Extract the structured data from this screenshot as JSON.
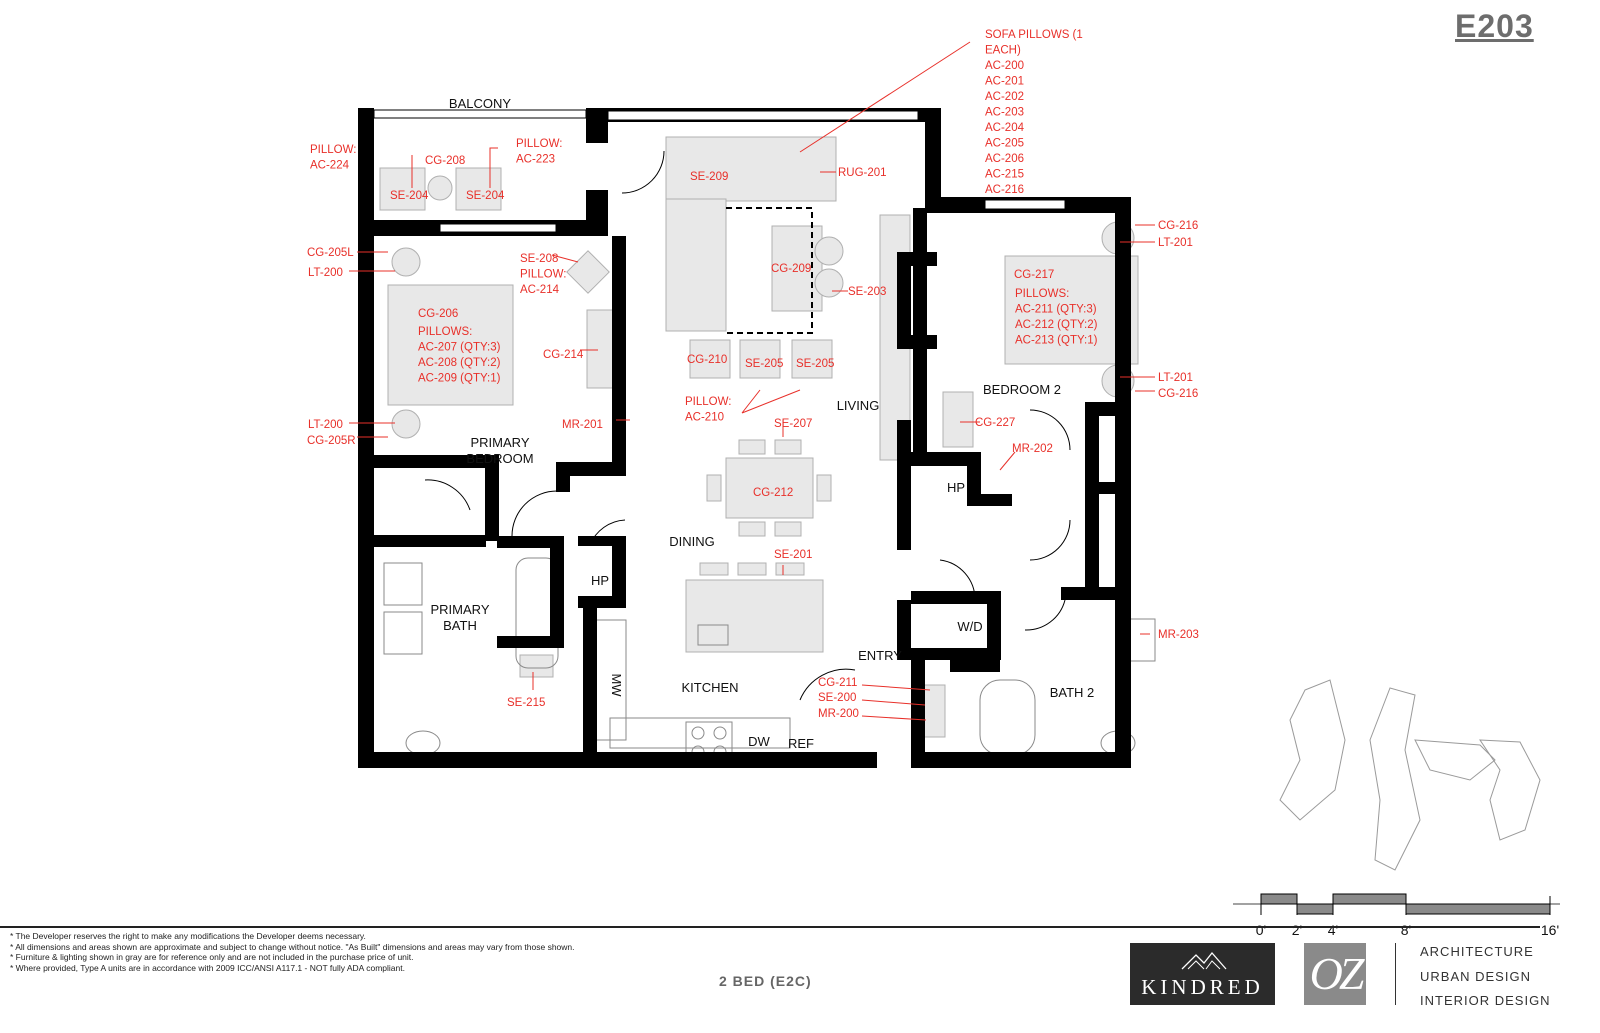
{
  "unit_number": "E203",
  "unit_type": "2 BED (E2C)",
  "colors": {
    "wall": "#000000",
    "furniture_fill": "#e8e8e8",
    "furniture_stroke": "#b0b0b0",
    "tag": "#e8302a",
    "room_label": "#111111"
  },
  "rooms": [
    {
      "name": "balcony",
      "label": "BALCONY"
    },
    {
      "name": "primary-bedroom",
      "label": "PRIMARY BEDROOM"
    },
    {
      "name": "primary-bath",
      "label": "PRIMARY BATH"
    },
    {
      "name": "dining",
      "label": "DINING"
    },
    {
      "name": "living",
      "label": "LIVING"
    },
    {
      "name": "kitchen",
      "label": "KITCHEN"
    },
    {
      "name": "entry",
      "label": "ENTRY"
    },
    {
      "name": "bedroom-2",
      "label": "BEDROOM 2"
    },
    {
      "name": "bath-2",
      "label": "BATH 2"
    }
  ],
  "fixtures": [
    {
      "name": "hp-primary",
      "label": "HP"
    },
    {
      "name": "hp-bedroom2",
      "label": "HP"
    },
    {
      "name": "washer-dryer",
      "label": "W/D"
    },
    {
      "name": "dishwasher",
      "label": "DW"
    },
    {
      "name": "refrigerator",
      "label": "REF"
    },
    {
      "name": "microwave",
      "label": "MW"
    }
  ],
  "tags": [
    {
      "name": "sofa-pillows",
      "lines": [
        "SOFA PILLOWS (1",
        "EACH)",
        "AC-200",
        "AC-201",
        "AC-202",
        "AC-203",
        "AC-204",
        "AC-205",
        "AC-206",
        "AC-215",
        "AC-216"
      ]
    },
    {
      "name": "pillow-ac-224",
      "lines": [
        "PILLOW:",
        "AC-224"
      ]
    },
    {
      "name": "pillow-ac-223",
      "lines": [
        "PILLOW:",
        "AC-223"
      ]
    },
    {
      "name": "cg-208",
      "lines": [
        "CG-208"
      ]
    },
    {
      "name": "se-204-left",
      "lines": [
        "SE-204"
      ]
    },
    {
      "name": "se-204-right",
      "lines": [
        "SE-204"
      ]
    },
    {
      "name": "se-209",
      "lines": [
        "SE-209"
      ]
    },
    {
      "name": "rug-201",
      "lines": [
        "RUG-201"
      ]
    },
    {
      "name": "cg-209",
      "lines": [
        "CG-209"
      ]
    },
    {
      "name": "se-203",
      "lines": [
        "SE-203"
      ]
    },
    {
      "name": "cg-210",
      "lines": [
        "CG-210"
      ]
    },
    {
      "name": "se-205-left",
      "lines": [
        "SE-205"
      ]
    },
    {
      "name": "se-205-right",
      "lines": [
        "SE-205"
      ]
    },
    {
      "name": "pillow-ac-210",
      "lines": [
        "PILLOW:",
        "AC-210"
      ]
    },
    {
      "name": "cg-205l",
      "lines": [
        "CG-205L"
      ]
    },
    {
      "name": "lt-200-top",
      "lines": [
        "LT-200"
      ]
    },
    {
      "name": "se-208",
      "lines": [
        "SE-208",
        "PILLOW:",
        "AC-214"
      ]
    },
    {
      "name": "cg-206",
      "lines": [
        "CG-206"
      ]
    },
    {
      "name": "primary-pillows",
      "lines": [
        "PILLOWS:",
        "AC-207 (QTY:3)",
        "AC-208 (QTY:2)",
        "AC-209 (QTY:1)"
      ]
    },
    {
      "name": "cg-214",
      "lines": [
        "CG-214"
      ]
    },
    {
      "name": "mr-201",
      "lines": [
        "MR-201"
      ]
    },
    {
      "name": "lt-200-bottom",
      "lines": [
        "LT-200"
      ]
    },
    {
      "name": "cg-205r",
      "lines": [
        "CG-205R"
      ]
    },
    {
      "name": "se-207",
      "lines": [
        "SE-207"
      ]
    },
    {
      "name": "cg-212",
      "lines": [
        "CG-212"
      ]
    },
    {
      "name": "se-201",
      "lines": [
        "SE-201"
      ]
    },
    {
      "name": "se-215",
      "lines": [
        "SE-215"
      ]
    },
    {
      "name": "cg-211",
      "lines": [
        "CG-211"
      ]
    },
    {
      "name": "se-200",
      "lines": [
        "SE-200"
      ]
    },
    {
      "name": "mr-200",
      "lines": [
        "MR-200"
      ]
    },
    {
      "name": "cg-216-top",
      "lines": [
        "CG-216"
      ]
    },
    {
      "name": "lt-201-top",
      "lines": [
        "LT-201"
      ]
    },
    {
      "name": "cg-217",
      "lines": [
        "CG-217"
      ]
    },
    {
      "name": "bedroom2-pillows",
      "lines": [
        "PILLOWS:",
        "AC-211 (QTY:3)",
        "AC-212 (QTY:2)",
        "AC-213 (QTY:1)"
      ]
    },
    {
      "name": "lt-201-bottom",
      "lines": [
        "LT-201"
      ]
    },
    {
      "name": "cg-216-bottom",
      "lines": [
        "CG-216"
      ]
    },
    {
      "name": "cg-227",
      "lines": [
        "CG-227"
      ]
    },
    {
      "name": "mr-202",
      "lines": [
        "MR-202"
      ]
    },
    {
      "name": "mr-203",
      "lines": [
        "MR-203"
      ]
    }
  ],
  "scale_bar": {
    "labels": [
      "0'",
      "2'",
      "4'",
      "8'",
      "16'"
    ]
  },
  "notes": [
    "* The Developer reserves the right to make any modifications the Developer deems necessary.",
    "* All dimensions and areas shown are approximate and subject to change without notice. \"As Built\" dimensions and areas may vary from those shown.",
    "* Furniture & lighting shown in gray are for reference only and are not included in the purchase price of unit.",
    "* Where provided, Type A units are in accordance with 2009 ICC/ANSI A117.1 - NOT fully ADA compliant."
  ],
  "brand": {
    "kindred": "KINDRED",
    "oz": "OZ",
    "firm_lines": [
      "ARCHITECTURE",
      "URBAN DESIGN",
      "INTERIOR DESIGN"
    ]
  }
}
